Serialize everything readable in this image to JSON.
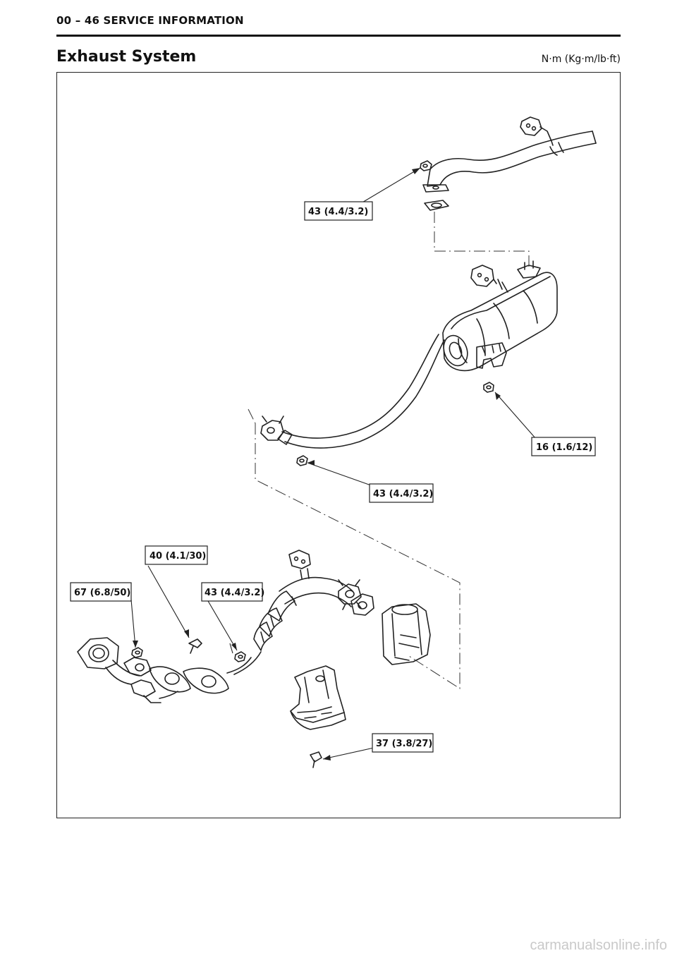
{
  "page": {
    "section": "00 – 46 SERVICE INFORMATION",
    "title": "Exhaust System",
    "units": "N·m (Kg·m/lb·ft)",
    "footer": "carmanualsonline.info"
  },
  "torque_labels": [
    {
      "id": "front-pipe-nut",
      "text": "43 (4.4/3.2)"
    },
    {
      "id": "muffler-nut",
      "text": "16 (1.6/12)"
    },
    {
      "id": "center-pipe-nut",
      "text": "43 (4.4/3.2)"
    },
    {
      "id": "manifold-bolt",
      "text": "40 (4.1/30)"
    },
    {
      "id": "manifold-nut",
      "text": "67 (6.8/50)"
    },
    {
      "id": "flange-nut",
      "text": "43 (4.4/3.2)"
    },
    {
      "id": "bracket-bolt",
      "text": "37 (3.8/27)"
    }
  ]
}
